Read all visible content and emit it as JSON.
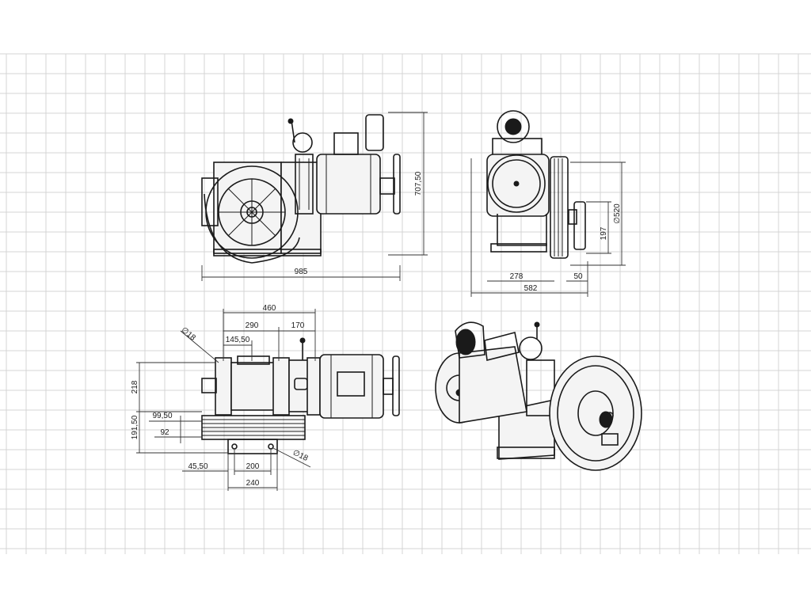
{
  "drawing": {
    "views": [
      "side-view",
      "front-view",
      "top-view",
      "isometric-view"
    ]
  },
  "dimensions": {
    "side_width": "985",
    "side_height": "707,50",
    "front_diameter": "∅520",
    "front_height": "197",
    "front_width_278": "278",
    "front_width_50": "50",
    "front_width_582": "582",
    "top_460": "460",
    "top_290": "290",
    "top_170": "170",
    "top_145": "145,50",
    "top_hole_18_a": "∅18",
    "top_218": "218",
    "top_191": "191,50",
    "top_99": "99,50",
    "top_92": "92",
    "top_45": "45,50",
    "top_200": "200",
    "top_240": "240",
    "top_hole_18_b": "∅18"
  }
}
